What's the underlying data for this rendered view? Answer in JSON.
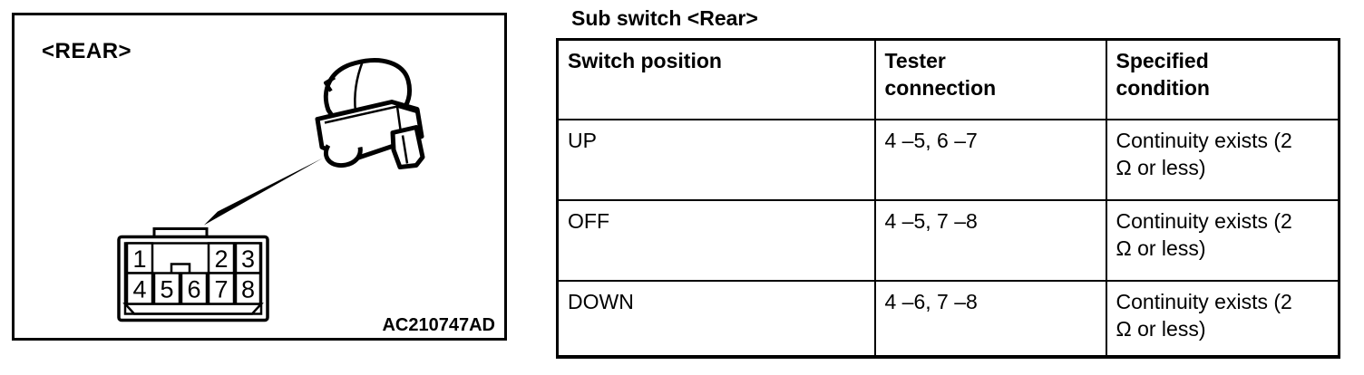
{
  "figure": {
    "view_label": "<REAR>",
    "figure_code": "AC210747AD",
    "pins": [
      "1",
      "2",
      "3",
      "4",
      "5",
      "6",
      "7",
      "8"
    ]
  },
  "table": {
    "title": "Sub switch <Rear>",
    "headers": [
      "Switch position",
      "Tester connection",
      "Specified condition"
    ],
    "rows": [
      {
        "switch_position": "UP",
        "tester_connection": "4 –5, 6 –7",
        "specified_condition": "Continuity exists (2 Ω or less)"
      },
      {
        "switch_position": "OFF",
        "tester_connection": "4 –5, 7 –8",
        "specified_condition": "Continuity exists (2 Ω or less)"
      },
      {
        "switch_position": "DOWN",
        "tester_connection": "4 –6, 7 –8",
        "specified_condition": "Continuity exists (2 Ω or less)"
      }
    ]
  },
  "colors": {
    "ink": "#000000",
    "paper": "#ffffff"
  }
}
